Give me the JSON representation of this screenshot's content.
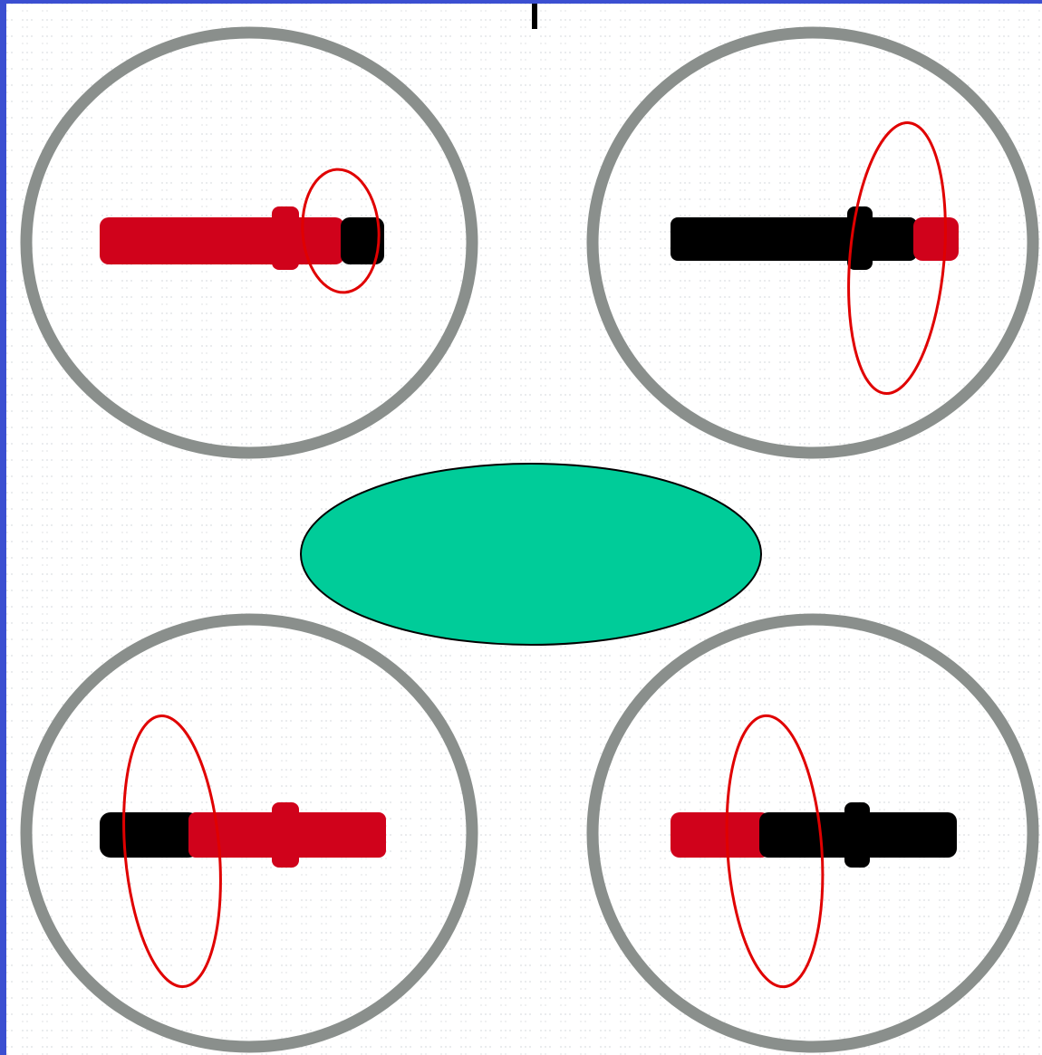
{
  "diagram": {
    "kind": "meiosis-chromosome-crossover",
    "cells": [
      {
        "id": "cell-top-left",
        "chromosome": [
          {
            "segment": "long",
            "color": "red"
          },
          {
            "segment": "short",
            "color": "black"
          }
        ],
        "loop_around": "short-arm"
      },
      {
        "id": "cell-top-right",
        "chromosome": [
          {
            "segment": "long",
            "color": "black"
          },
          {
            "segment": "short",
            "color": "red"
          }
        ],
        "loop_around": "short-arm"
      },
      {
        "id": "cell-bottom-left",
        "chromosome": [
          {
            "segment": "short",
            "color": "black"
          },
          {
            "segment": "long",
            "color": "red"
          }
        ],
        "loop_around": "short-arm"
      },
      {
        "id": "cell-bottom-right",
        "chromosome": [
          {
            "segment": "short",
            "color": "red"
          },
          {
            "segment": "long",
            "color": "black"
          }
        ],
        "loop_around": "short-arm"
      }
    ],
    "center_shape": {
      "type": "ellipse",
      "label": ""
    }
  },
  "colors": {
    "background": "#ffffff",
    "cell_border": "#8a8f8c",
    "chromosome_red": "#d0021b",
    "chromosome_black": "#000000",
    "loop": "#e00000",
    "center_fill": "#00cc99",
    "center_stroke": "#000000",
    "left_edge_bar": "#3b4fd1",
    "top_edge_bar": "#3b4fd1",
    "dot_texture": "#d9dde0"
  }
}
